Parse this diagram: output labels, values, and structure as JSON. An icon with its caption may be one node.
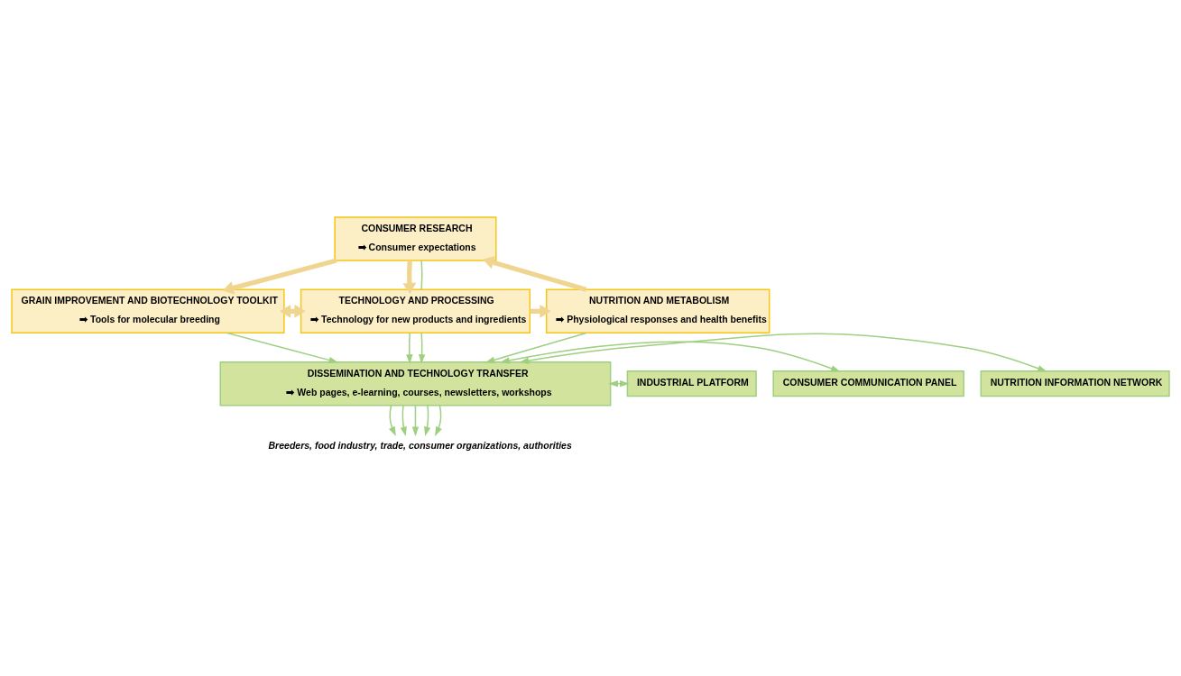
{
  "diagram": {
    "nodes": [
      {
        "text": [
          "CONSUMER RESEARCH",
          "➡ Consumer expectations"
        ]
      },
      {
        "text": [
          "GRAIN IMPROVEMENT AND BIOTECHNOLOGY TOOLKIT",
          "➡ Tools for molecular breeding"
        ]
      },
      {
        "text": [
          "TECHNOLOGY AND PROCESSING",
          "➡ Technology for new products and ingredients"
        ]
      },
      {
        "text": [
          "NUTRITION AND METABOLISM",
          "➡ Physiological responses and health benefits"
        ]
      },
      {
        "text": [
          "DISSEMINATION AND TECHNOLOGY TRANSFER",
          "➡ Web pages, e-learning, courses, newsletters, workshops"
        ]
      },
      {
        "text": [
          "NUTRITION INFORMATION NETWORK"
        ]
      },
      {
        "text": [
          "CONSUMER COMMUNICATION PANEL"
        ]
      },
      {
        "text": [
          "INDUSTRIAL PLATFORM"
        ]
      },
      {
        "text": [
          "Breeders, food industry, trade, consumer organizations, authorities"
        ]
      }
    ],
    "edges": [
      {
        "from": 0,
        "to": 1,
        "arrow": "to",
        "style": "thick",
        "color": "#f0d590"
      },
      {
        "from": 0,
        "to": 2,
        "arrow": "to",
        "style": "thick",
        "color": "#f0d590"
      },
      {
        "from": 3,
        "to": 0,
        "arrow": "to",
        "style": "thick",
        "color": "#f0d590"
      },
      {
        "from": 1,
        "to": 2,
        "arrow": "both",
        "style": "thick",
        "color": "#f0d590"
      },
      {
        "from": 2,
        "to": 3,
        "arrow": "to",
        "style": "thick",
        "color": "#f0d590"
      },
      {
        "from": 0,
        "to": 2,
        "arrow": "none"
      },
      {
        "from": 1,
        "to": 4,
        "arrow": "to"
      },
      {
        "from": 2,
        "to": 4,
        "arrow": "to"
      },
      {
        "from": 2,
        "to": 4,
        "arrow": "to"
      },
      {
        "from": 3,
        "to": 4,
        "arrow": "to"
      },
      {
        "from": 4,
        "to": 5,
        "arrow": "both"
      },
      {
        "from": 4,
        "to": 6,
        "arrow": "both"
      },
      {
        "from": 4,
        "to": 7,
        "arrow": "both"
      },
      {
        "from": 4,
        "to": 8,
        "arrow": "to"
      },
      {
        "from": 4,
        "to": 8,
        "arrow": "to"
      },
      {
        "from": 4,
        "to": 8,
        "arrow": "to"
      },
      {
        "from": 4,
        "to": 8,
        "arrow": "to"
      },
      {
        "from": 4,
        "to": 8,
        "arrow": "to"
      }
    ]
  }
}
